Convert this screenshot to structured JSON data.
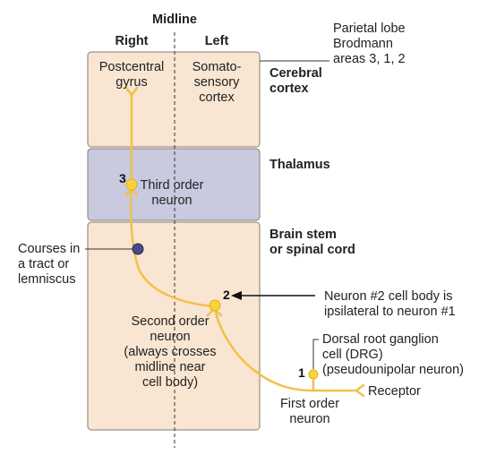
{
  "header": {
    "midline": "Midline",
    "right": "Right",
    "left": "Left"
  },
  "regions": {
    "cortex": {
      "title_line1": "Cerebral",
      "title_line2": "cortex",
      "right_label_line1": "Postcentral",
      "right_label_line2": "gyrus",
      "left_label_line1": "Somato-",
      "left_label_line2": "sensory",
      "left_label_line3": "cortex"
    },
    "parietal": {
      "line1": "Parietal lobe",
      "line2": "Brodmann",
      "line3": "areas 3, 1, 2"
    },
    "thalamus": {
      "title": "Thalamus",
      "neuron_line1": "Third order",
      "neuron_line2": "neuron"
    },
    "brainstem": {
      "title_line1": "Brain stem",
      "title_line2": "or spinal cord"
    }
  },
  "neurons": {
    "third_number": "3",
    "second_number": "2",
    "first_number": "1",
    "second_label": [
      "Second order",
      "neuron",
      "(always crosses",
      "midline near",
      "cell body)"
    ],
    "first_label": [
      "First order",
      "neuron"
    ]
  },
  "annotations": {
    "tract": [
      "Courses in",
      "a tract or",
      "lemniscus"
    ],
    "neuron2": [
      "Neuron #2 cell body is",
      "ipsilateral to neuron #1"
    ],
    "drg": [
      "Dorsal root ganglion",
      "cell (DRG)",
      "(pseudounipolar neuron)"
    ],
    "receptor": "Receptor"
  },
  "colors": {
    "cortex_fill": "#f8e6d2",
    "thalamus_fill": "#c9c9e0",
    "pathway": "#f0c14b",
    "cell_body": "#f7d23a",
    "tract_dot": "#4b4a86",
    "box_stroke": "#8a7a6c"
  }
}
